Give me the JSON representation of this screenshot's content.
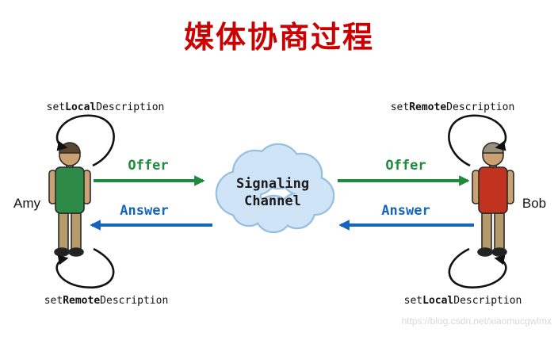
{
  "title": "媒体协商过程",
  "left_person": {
    "name": "Amy",
    "top_label": {
      "prefix": "set",
      "emphasis": "Local",
      "suffix": "Description"
    },
    "bottom_label": {
      "prefix": "set",
      "emphasis": "Remote",
      "suffix": "Description"
    }
  },
  "right_person": {
    "name": "Bob",
    "top_label": {
      "prefix": "set",
      "emphasis": "Remote",
      "suffix": "Description"
    },
    "bottom_label": {
      "prefix": "set",
      "emphasis": "Local",
      "suffix": "Description"
    }
  },
  "signaling_channel": {
    "line1": "Signaling",
    "line2": "Channel"
  },
  "arrows": {
    "offer_label": "Offer",
    "answer_label": "Answer"
  },
  "watermark": "https://blog.csdn.net/xiaomucgwlmx",
  "colors": {
    "title": "#cc0000",
    "offer_arrow": "#1e8a3c",
    "answer_arrow": "#1565c0",
    "loop_arrow": "#111111",
    "cloud_fill": "#cfe4f6",
    "cloud_stroke": "#98bfe0",
    "amy_shirt": "#2e8b47",
    "bob_shirt": "#c2331f"
  }
}
